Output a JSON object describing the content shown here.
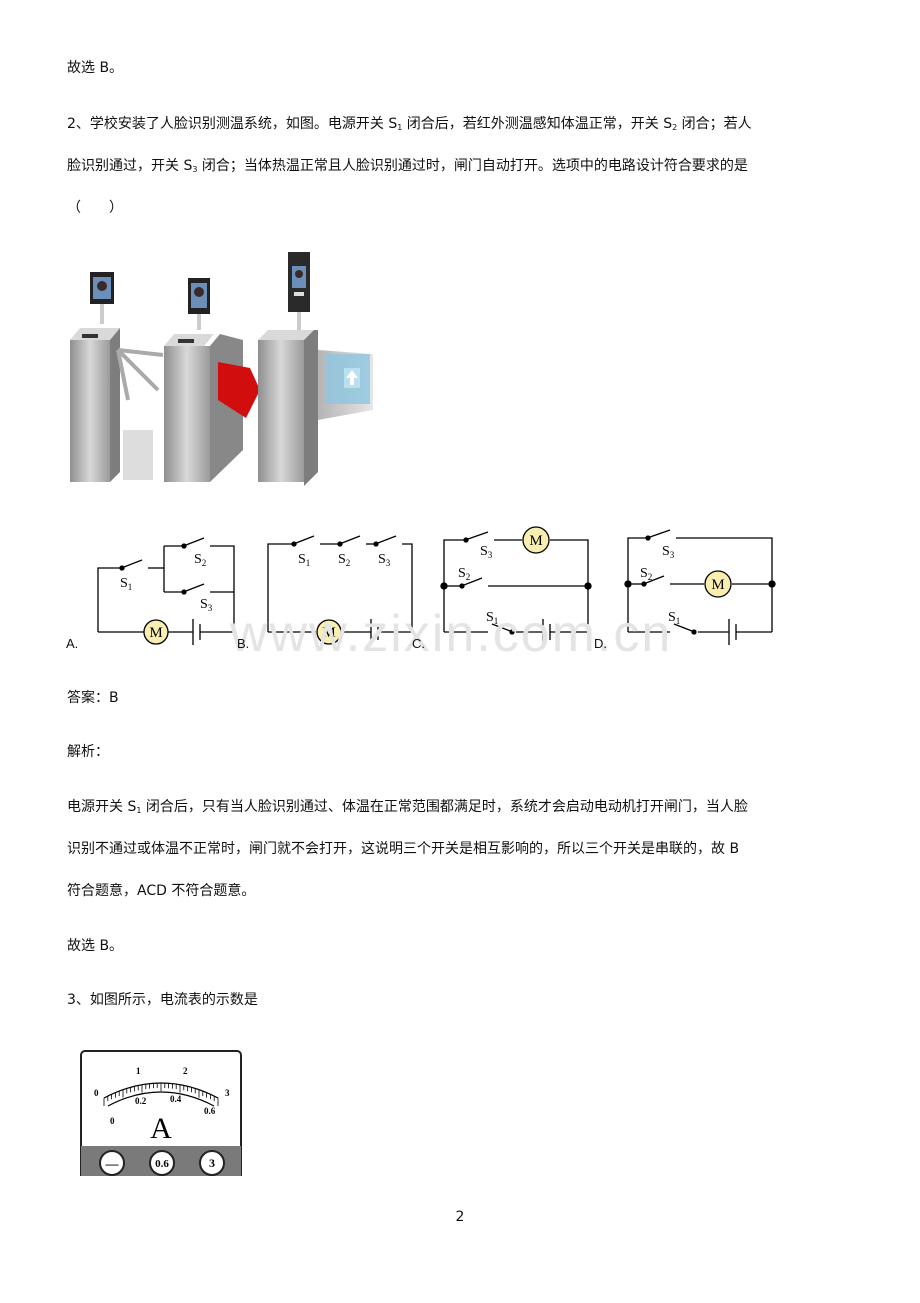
{
  "prev_conclusion": "故选 B。",
  "question2": {
    "line1_a": "2、学校安装了人脸识别测温系统，如图。电源开关 S",
    "line1_sub1": "1",
    "line1_b": " 闭合后，若红外测温感知体温正常，开关 S",
    "line1_sub2": "2",
    "line1_c": " 闭合；若人",
    "line2_a": "脸识别通过，开关 S",
    "line2_sub3": "3",
    "line2_b": " 闭合；当体热温正常且人脸识别通过时，闸门自动打开。选项中的电路设计符合要求的是",
    "blank": "（　　）",
    "options": [
      "A.",
      "B.",
      "C.",
      "D."
    ],
    "labels": {
      "s": "S",
      "n1": "1",
      "n2": "2",
      "n3": "3",
      "motor": "M"
    },
    "answer": "答案：B",
    "analysis_title": "解析：",
    "analysis_l1_a": "电源开关 S",
    "analysis_l1_sub": "1",
    "analysis_l1_b": " 闭合后，只有当人脸识别通过、体温在正常范围都满足时，系统才会启动电动机打开闸门，当人脸",
    "analysis_l2": "识别不通过或体温不正常时，闸门就不会打开，这说明三个开关是相互影响的，所以三个开关是串联的，故 B",
    "analysis_l3": "符合题意，ACD 不符合题意。",
    "conclusion": "故选 B。"
  },
  "question3": {
    "stem": "3、如图所示，电流表的示数是",
    "meter": {
      "unit": "A",
      "upper_scale": [
        "0",
        "1",
        "2",
        "3"
      ],
      "lower_scale": [
        "0",
        "0.2",
        "0.4",
        "0.6"
      ],
      "terminals": [
        "—",
        "0.6",
        "3"
      ]
    }
  },
  "watermark": "www.zixin.com.cn",
  "page_number": "2"
}
